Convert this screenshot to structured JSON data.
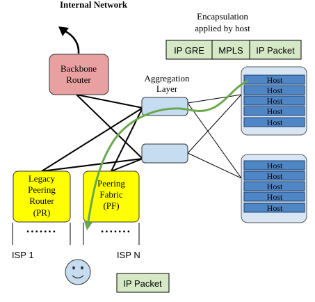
{
  "title_internal": "Internal Network",
  "encap_caption": [
    "Encapsulation",
    "applied by host"
  ],
  "encap_boxes": [
    "IP GRE",
    "MPLS",
    "IP Packet"
  ],
  "backbone_router": [
    "Backbone",
    "Router"
  ],
  "aggregation_layer": [
    "Aggregation",
    "Layer"
  ],
  "host_group_1": [
    "Host",
    "Host",
    "Host",
    "Host",
    "Host"
  ],
  "host_group_2": [
    "Host",
    "Host",
    "Host",
    "Host",
    "Host"
  ],
  "legacy_router": [
    "Legacy",
    "Peering",
    "Router",
    "(PR)"
  ],
  "peering_fabric": [
    "Peering",
    "Fabric",
    "(PF)"
  ],
  "isp_left": "ISP 1",
  "isp_right": "ISP N",
  "dots": "• • • • • • •",
  "bottom_packet": "IP Packet",
  "colors": {
    "router": "#e8a0a0",
    "aggregation": "#c6dcf0",
    "host_panel": "#d8e6f4",
    "host_bar": "#4f86c6",
    "yellow": "#ffff00",
    "packet": "#d6e9c6",
    "arrow": "#6aa84f"
  },
  "icons": {
    "user": "smiley-face-icon",
    "exit": "arrow-up-icon"
  }
}
